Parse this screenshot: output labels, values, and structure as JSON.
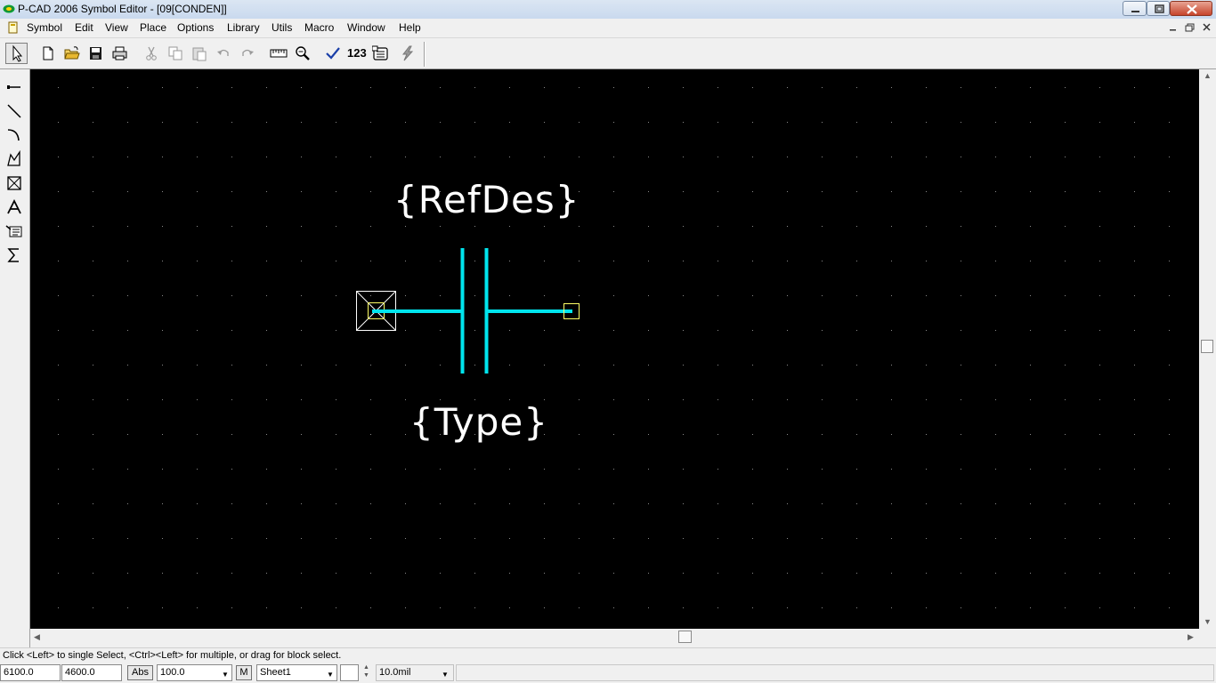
{
  "titlebar": {
    "title": "P-CAD 2006 Symbol Editor - [09[CONDEN]]"
  },
  "menubar": {
    "items": [
      "Symbol",
      "Edit",
      "View",
      "Place",
      "Options",
      "Library",
      "Utils",
      "Macro",
      "Window",
      "Help"
    ]
  },
  "toolbar": {
    "label_123": "123"
  },
  "canvas": {
    "refdes": "{RefDes}",
    "type": "{Type}",
    "colors": {
      "background": "#000000",
      "line": "#00e5ee",
      "pin_marker": "#ffff66",
      "text": "#ffffff"
    }
  },
  "status": {
    "message": "Click <Left> to single Select, <Ctrl><Left> for multiple, or drag for block select."
  },
  "bottombar": {
    "x_coord": "6100.0",
    "y_coord": "4600.0",
    "abs_label": "Abs",
    "grid_value": "100.0",
    "m_label": "M",
    "sheet": "Sheet1",
    "line_width": "10.0mil"
  },
  "icons": {
    "window": [
      "minimize-icon",
      "restore-icon",
      "close-icon"
    ],
    "toolbar": [
      "select-arrow-icon",
      "new-file-icon",
      "open-folder-icon",
      "save-disk-icon",
      "print-icon",
      "cut-icon",
      "copy-icon",
      "paste-icon",
      "undo-icon",
      "redo-icon",
      "measure-ruler-icon",
      "zoom-icon",
      "checkmark-icon",
      "library-icon",
      "lightning-icon"
    ],
    "left": [
      "place-pin-icon",
      "place-line-icon",
      "place-arc-icon",
      "place-polygon-icon",
      "place-ref-point-icon",
      "place-text-icon",
      "place-attribute-icon",
      "place-field-icon"
    ]
  }
}
